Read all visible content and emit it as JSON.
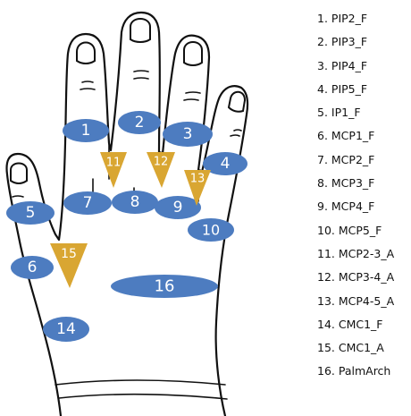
{
  "colors": {
    "ellipse_marker": "#4d7cc0",
    "triangle_marker": "#d9a632",
    "marker_text": "#ffffff",
    "hand_outline": "#111111",
    "background": "#ffffff",
    "legend_text": "#111111"
  },
  "markers": [
    {
      "number": "1",
      "shape": "ellipse"
    },
    {
      "number": "2",
      "shape": "ellipse"
    },
    {
      "number": "3",
      "shape": "ellipse"
    },
    {
      "number": "4",
      "shape": "ellipse"
    },
    {
      "number": "5",
      "shape": "ellipse"
    },
    {
      "number": "6",
      "shape": "ellipse"
    },
    {
      "number": "7",
      "shape": "ellipse"
    },
    {
      "number": "8",
      "shape": "ellipse"
    },
    {
      "number": "9",
      "shape": "ellipse"
    },
    {
      "number": "10",
      "shape": "ellipse"
    },
    {
      "number": "11",
      "shape": "triangle"
    },
    {
      "number": "12",
      "shape": "triangle"
    },
    {
      "number": "13",
      "shape": "triangle"
    },
    {
      "number": "14",
      "shape": "ellipse"
    },
    {
      "number": "15",
      "shape": "triangle"
    },
    {
      "number": "16",
      "shape": "ellipse"
    }
  ],
  "legend": [
    "1. PIP2_F",
    "2. PIP3_F",
    "3. PIP4_F",
    "4. PIP5_F",
    "5. IP1_F",
    "6. MCP1_F",
    "7. MCP2_F",
    "8. MCP3_F",
    "9. MCP4_F",
    "10. MCP5_F",
    "11. MCP2-3_A",
    "12. MCP3-4_A",
    "13. MCP4-5_A",
    "14. CMC1_F",
    "15. CMC1_A",
    "16. PalmArch"
  ]
}
